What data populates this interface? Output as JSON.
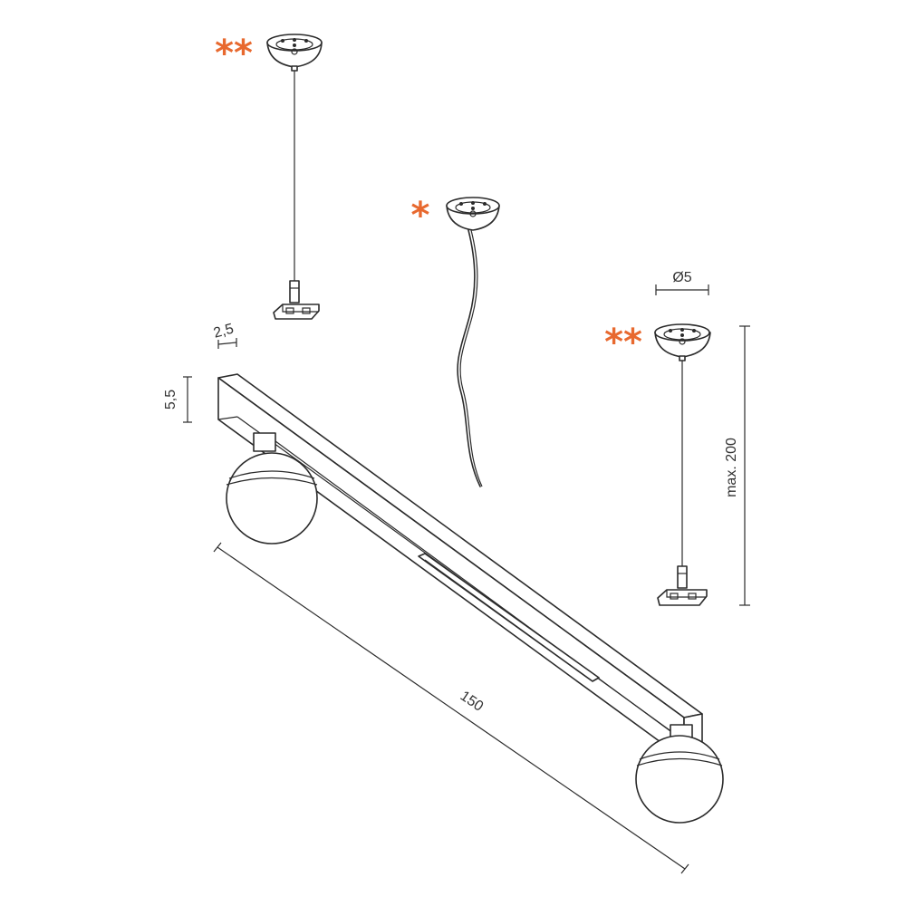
{
  "accent_color": "#e8692f",
  "markers": {
    "double": "**",
    "single": "*"
  },
  "dimensions": {
    "profile_width": "2,5",
    "profile_height": "5,5",
    "length": "150",
    "canopy_diameter": "Ø5",
    "suspension_max": "max. 200"
  }
}
